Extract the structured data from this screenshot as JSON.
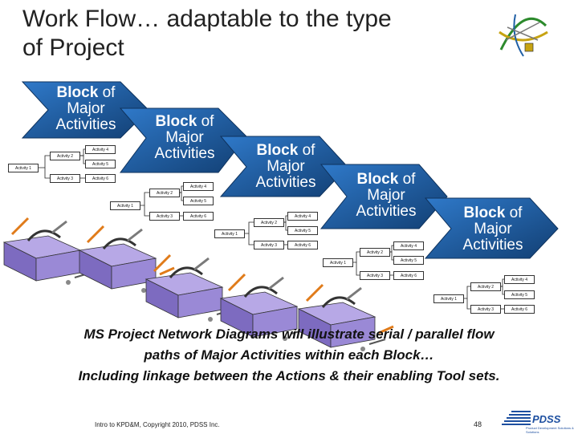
{
  "slide": {
    "title_line1": "Work Flow… adaptable to the type",
    "title_line2": "of Project",
    "block_label_bold": "Block",
    "block_label_of": "of",
    "block_label_rest1": "Major",
    "block_label_rest2": "Activities",
    "activities": {
      "a1": "Activity 1",
      "a2": "Activity 2",
      "a3": "Activity 3",
      "a4": "Activity 4",
      "a5": "Activity 5",
      "a6": "Activity 6"
    },
    "caption_line1": "MS Project  Network Diagrams will illustrate serial / parallel flow",
    "caption_line2": "paths of Major Activities within each Block…",
    "caption_line3": "Including linkage between the Actions & their enabling Tool sets.",
    "footer_text": "Intro to KPD&M, Copyright 2010, PDSS Inc.",
    "page_number": "48",
    "logo_text": "PDSS",
    "logo_subtext": "Product Development Solutions & Solutions"
  },
  "colors": {
    "arrow_blue": "#1f5fa5",
    "arrow_blue_dark": "#123f73",
    "toolbox_purple": "#8e7cc3",
    "tool_orange": "#e07b1a"
  },
  "icons": [
    "dna-logo-icon",
    "toolbox-icon",
    "pdss-logo-icon"
  ]
}
